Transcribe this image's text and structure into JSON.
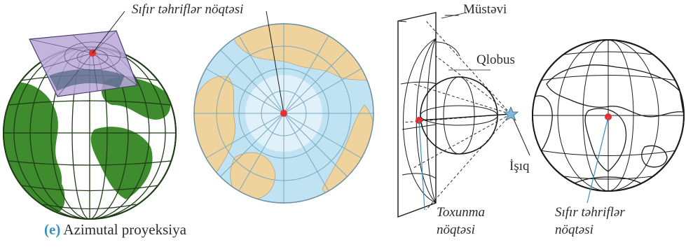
{
  "top_label": "Sıfır təhriflər nöqtəsi",
  "caption": {
    "letter": "(e)",
    "text": "Azimutal proyeksiya"
  },
  "projection_labels": {
    "plane": "Müstəvi",
    "globe": "Qlobus",
    "light": "İşıq",
    "tangent_line1": "Toxunma",
    "tangent_line2": "nöqtəsi",
    "zero_line1": "Sıfır təhriflər",
    "zero_line2": "nöqtəsi"
  },
  "colors": {
    "ocean_globe": "#ffffff",
    "land_green": "#3f8c2e",
    "plane_purple": "#b9a7d8",
    "ocean_polar": "#bfe3f2",
    "land_polar": "#efd39c",
    "ice": "#e6f3fb",
    "point_red": "#e53030",
    "leader_blue": "#3a8fc0",
    "caption_letter": "#3a8fc0"
  },
  "icons": [
    "light-star-icon"
  ]
}
